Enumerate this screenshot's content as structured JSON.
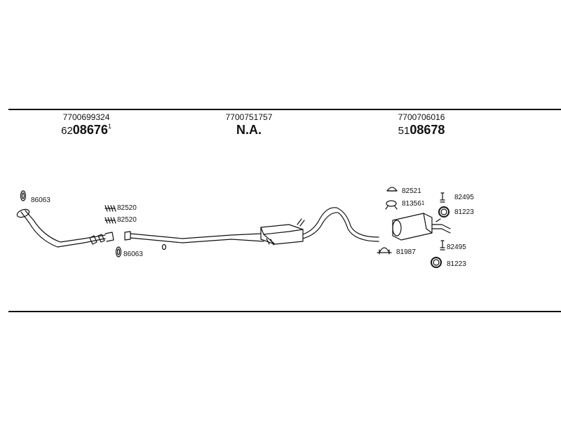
{
  "headers": [
    {
      "ref": "7700699324",
      "prefix": "62",
      "code": "08676",
      "sup": "1"
    },
    {
      "ref": "7700751757",
      "prefix": "",
      "code": "N.A.",
      "sup": ""
    },
    {
      "ref": "7700706016",
      "prefix": "51",
      "code": "08678",
      "sup": ""
    }
  ],
  "parts": {
    "front_gasket_top": "86063",
    "bolt_a": "82520",
    "bolt_b": "82520",
    "front_gasket_bottom": "86063",
    "clamp_82521": "82521",
    "hanger_81356": "81356",
    "hanger_81356_sup": "1",
    "clamp_81987": "81987",
    "bolt_82495_top": "82495",
    "ring_81223_top": "81223",
    "bolt_82495_bottom": "82495",
    "ring_81223_bottom": "81223"
  }
}
